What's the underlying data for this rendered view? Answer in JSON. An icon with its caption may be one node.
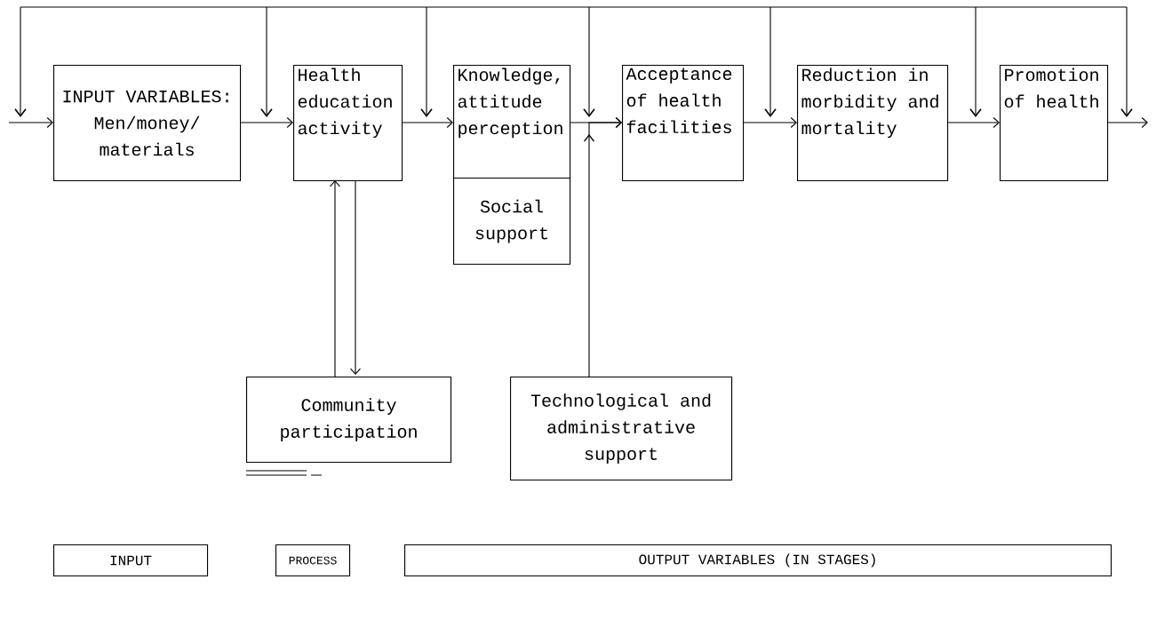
{
  "diagram": {
    "nodes": [
      {
        "text": [
          "INPUT VARIABLES: Men/money/ materials"
        ]
      },
      {
        "text": [
          "Health education activity"
        ]
      },
      {
        "text": [
          "Knowledge, attitude perception"
        ]
      },
      {
        "text": [
          "Social support"
        ]
      },
      {
        "text": [
          "Acceptance of health facilities"
        ]
      },
      {
        "text": [
          "Reduction in morbidity and mortality"
        ]
      },
      {
        "text": [
          "Promotion of health"
        ]
      },
      {
        "text": [
          "Community participation"
        ]
      },
      {
        "text": [
          "Technological and administrative support"
        ]
      },
      {
        "text": [
          "INPUT"
        ]
      },
      {
        "text": [
          "PROCESS"
        ]
      },
      {
        "text": [
          "OUTPUT VARIABLES (IN STAGES)"
        ]
      }
    ],
    "edges": [
      {
        "from": null,
        "to": 0,
        "arrow": "to"
      },
      {
        "from": 0,
        "to": 1,
        "arrow": "to"
      },
      {
        "from": 1,
        "to": 2,
        "arrow": "to"
      },
      {
        "from": 2,
        "to": 4,
        "arrow": "to"
      },
      {
        "from": 4,
        "to": 5,
        "arrow": "to"
      },
      {
        "from": 5,
        "to": 6,
        "arrow": "to"
      },
      {
        "from": 6,
        "to": null,
        "arrow": "to"
      },
      {
        "from": 7,
        "to": 1,
        "arrow": "to"
      },
      {
        "from": 1,
        "to": 7,
        "arrow": "to"
      },
      {
        "from": 8,
        "to": 4,
        "arrow": "to"
      }
    ]
  }
}
